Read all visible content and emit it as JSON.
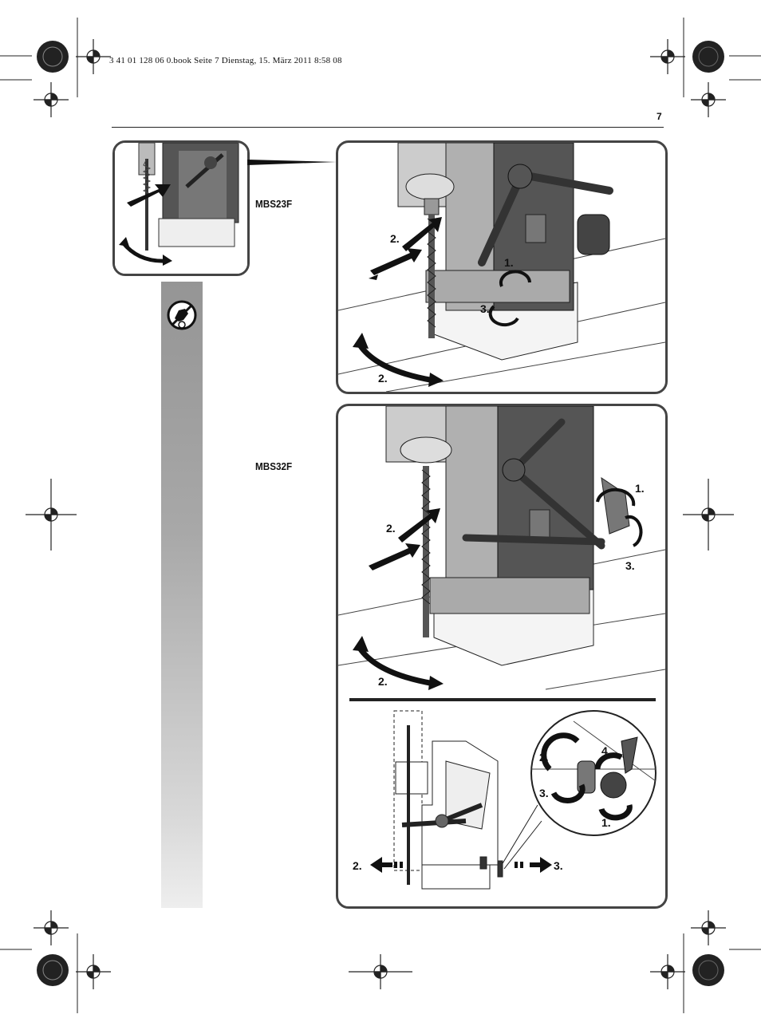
{
  "header": {
    "file_info": "3 41 01 128 06 0.book  Seite 7  Dienstag, 15. März 2011  8:58 08",
    "page_number": "7"
  },
  "sidebar": {
    "icon": "no-hand-contact-icon"
  },
  "models": {
    "first": "MBS23F",
    "second": "MBS32F"
  },
  "figure_top": {
    "labels": [
      "1.",
      "2.",
      "3.",
      "2."
    ]
  },
  "figure_middle": {
    "labels": [
      "1.",
      "2.",
      "3.",
      "2."
    ]
  },
  "figure_bottom": {
    "labels": [
      "2.",
      "3.",
      "2.",
      "3.",
      "4.",
      "1."
    ]
  }
}
